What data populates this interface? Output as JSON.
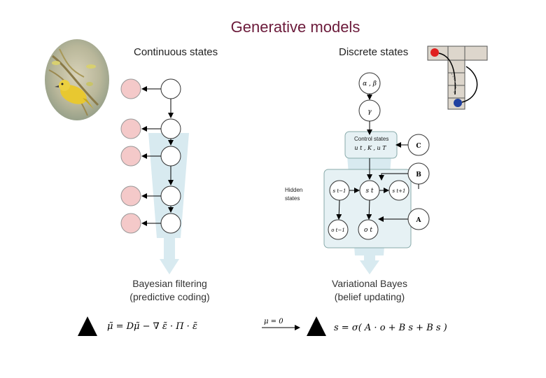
{
  "title": "Generative models",
  "left": {
    "heading": "Continuous states",
    "caption_line1": "Bayesian filtering",
    "caption_line2": "(predictive coding)"
  },
  "right": {
    "heading": "Discrete states",
    "caption_line1": "Variational Bayes",
    "caption_line2": "(belief updating)",
    "control_states_label": "Control states",
    "hidden_states_label_1": "Hidden",
    "hidden_states_label_2": "states"
  },
  "colors": {
    "title": "#6b1a3a",
    "node_fill_pink": "#f4c9c9",
    "funnel_fill": "#d8eaf0",
    "panel_fill": "#e6f1f4",
    "maze_fill": "#ddd6cc",
    "start_dot": "#e02020",
    "end_dot": "#2040a0"
  }
}
